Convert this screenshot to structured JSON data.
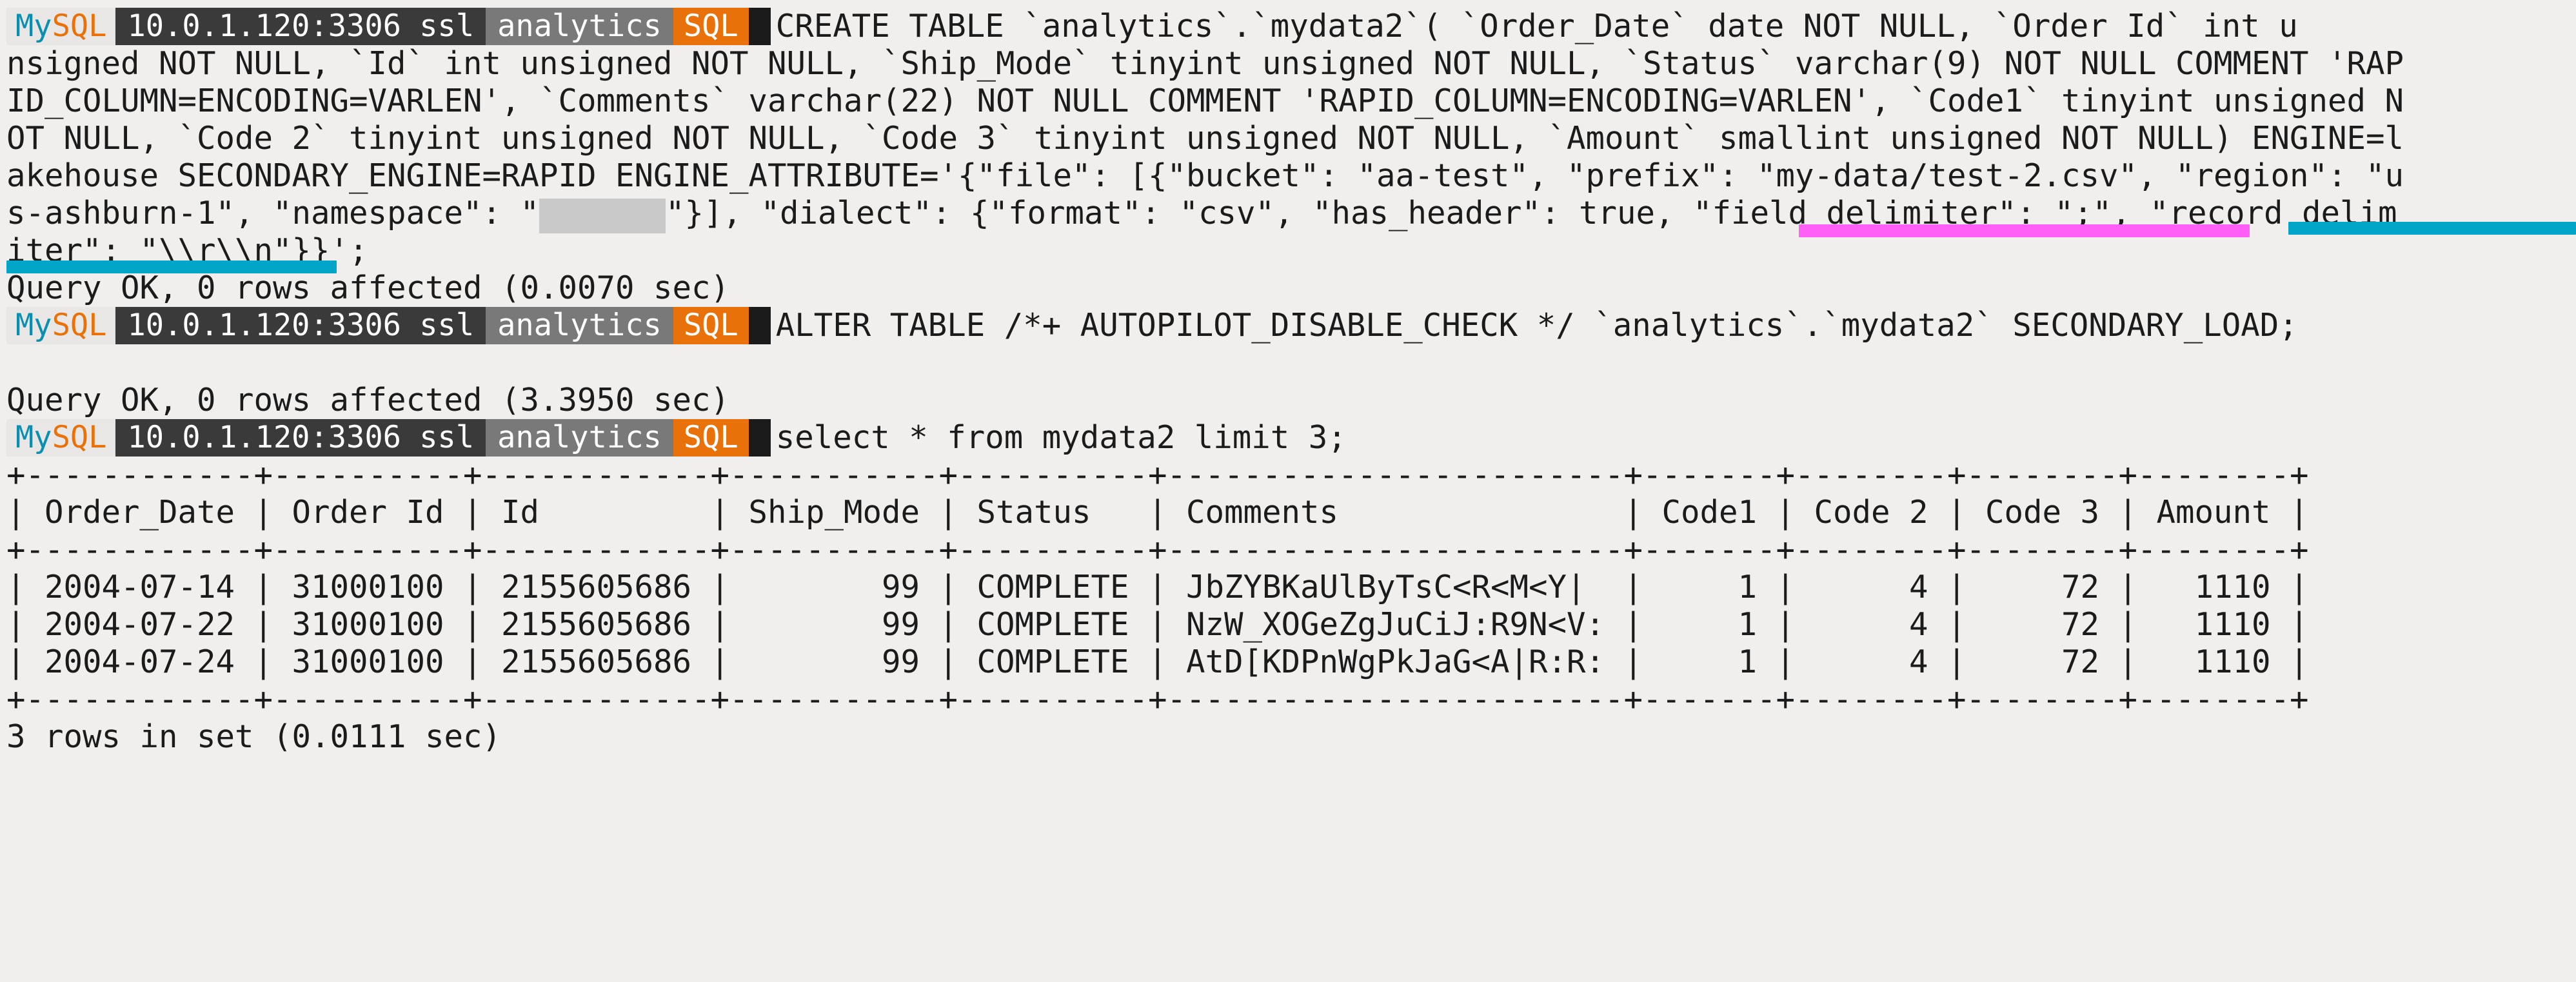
{
  "terminal": {
    "app": "mysqlsh",
    "theme": {
      "background": "#f0efed",
      "foreground": "#1b1b1b",
      "brand_my_color": "#0a8fb0",
      "brand_sql_color": "#e8710a",
      "host_bg": "#3a3a3a",
      "schema_bg": "#797979",
      "mode_bg": "#e8710a",
      "caret_bg": "#1b1b1b",
      "highlight_pink": "#ff5ef7",
      "highlight_cyan": "#00a5c8",
      "redaction_color": "#c9c9c9"
    },
    "prompt": {
      "brand_my": "My",
      "brand_sql": "SQL",
      "host": "10.0.1.120:3306 ssl",
      "schema": "analytics",
      "mode": "SQL"
    },
    "blocks": [
      {
        "id": "create-table",
        "command_wrapped": [
          "CREATE TABLE `analytics`.`mydata2`( `Order_Date` date NOT NULL, `Order Id` int u",
          "nsigned NOT NULL, `Id` int unsigned NOT NULL, `Ship_Mode` tinyint unsigned NOT NULL, `Status` varchar(9) NOT NULL COMMENT 'RAP",
          "ID_COLUMN=ENCODING=VARLEN', `Comments` varchar(22) NOT NULL COMMENT 'RAPID_COLUMN=ENCODING=VARLEN', `Code1` tinyint unsigned N",
          "OT NULL, `Code 2` tinyint unsigned NOT NULL, `Code 3` tinyint unsigned NOT NULL, `Amount` smallint unsigned NOT NULL) ENGINE=l",
          "akehouse SECONDARY_ENGINE=RAPID ENGINE_ATTRIBUTE='{\"file\": [{\"bucket\": \"aa-test\", \"prefix\": \"my-data/test-2.csv\", \"region\": \"u",
          "s-ashburn-1\", \"namespace\": \"",
          "\"}], \"dialect\": {\"format\": \"csv\", \"has_header\": true, \"field_delimiter\": \";\", \"record delim",
          "iter\": \"\\\\r\\\\n\"}}';"
        ],
        "result": "Query OK, 0 rows affected (0.0070 sec)"
      },
      {
        "id": "secondary-load",
        "command": "ALTER TABLE /*+ AUTOPILOT_DISABLE_CHECK */ `analytics`.`mydata2` SECONDARY_LOAD;",
        "result": "Query OK, 0 rows affected (3.3950 sec)"
      },
      {
        "id": "select-rows",
        "command": "select * from mydata2 limit 3;",
        "result": "3 rows in set (0.0111 sec)"
      }
    ],
    "result_table": {
      "rule": "+------------+----------+------------+-----------+----------+------------------------+-------+--------+--------+--------+",
      "header_row": "| Order_Date | Order Id | Id         | Ship_Mode | Status   | Comments               | Code1 | Code 2 | Code 3 | Amount |",
      "columns": [
        "Order_Date",
        "Order Id",
        "Id",
        "Ship_Mode",
        "Status",
        "Comments",
        "Code1",
        "Code 2",
        "Code 3",
        "Amount"
      ],
      "rows": [
        {
          "cells": [
            "2004-07-14",
            "31000100",
            "2155605686",
            "99",
            "COMPLETE",
            "JbZYBKaUlByTsC<R<M<Y|",
            "1",
            "4",
            "72",
            "1110"
          ],
          "text": "| 2004-07-14 | 31000100 | 2155605686 |        99 | COMPLETE | JbZYBKaUlByTsC<R<M<Y|  |     1 |      4 |     72 |   1110 |"
        },
        {
          "cells": [
            "2004-07-22",
            "31000100",
            "2155605686",
            "99",
            "COMPLETE",
            "NzW_XOGeZgJuCiJ:R9N<V:",
            "1",
            "4",
            "72",
            "1110"
          ],
          "text": "| 2004-07-22 | 31000100 | 2155605686 |        99 | COMPLETE | NzW_XOGeZgJuCiJ:R9N<V: |     1 |      4 |     72 |   1110 |"
        },
        {
          "cells": [
            "2004-07-24",
            "31000100",
            "2155605686",
            "99",
            "COMPLETE",
            "AtD[KDPnWgPkJaG<A|R:R:",
            "1",
            "4",
            "72",
            "1110"
          ],
          "text": "| 2004-07-24 | 31000100 | 2155605686 |        99 | COMPLETE | AtD[KDPnWgPkJaG<A|R:R: |     1 |      4 |     72 |   1110 |"
        }
      ]
    },
    "annotations": [
      {
        "id": "pink-underline",
        "color": "#ff5ef7",
        "marks": "\"field_delimiter\": \";\","
      },
      {
        "id": "cyan-underline-right",
        "color": "#00a5c8",
        "marks": "\"record delim"
      },
      {
        "id": "cyan-underline-left",
        "color": "#00a5c8",
        "marks": "iter\": \"\\\\r\\\\n\"}}"
      }
    ],
    "redaction": {
      "label": "namespace-value-redacted"
    }
  }
}
